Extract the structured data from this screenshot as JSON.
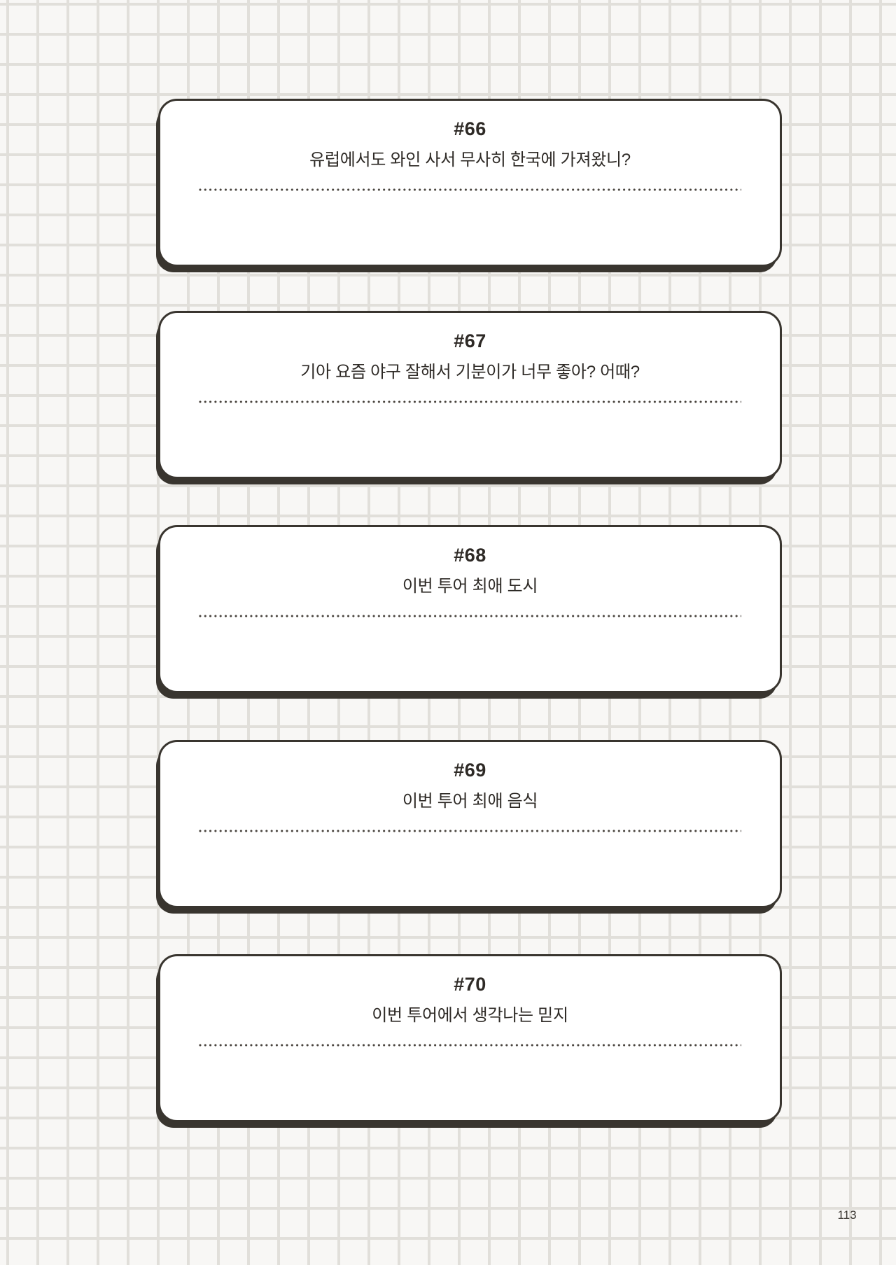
{
  "page": {
    "number": "113"
  },
  "cards": [
    {
      "number": "#66",
      "question": "유럽에서도 와인 사서 무사히 한국에 가져왔니?"
    },
    {
      "number": "#67",
      "question": "기아 요즘 야구 잘해서 기분이가 너무 좋아? 어때?"
    },
    {
      "number": "#68",
      "question": "이번 투어 최애 도시"
    },
    {
      "number": "#69",
      "question": "이번 투어 최애 음식"
    },
    {
      "number": "#70",
      "question": "이번 투어에서 생각나는 믿지"
    }
  ],
  "colors": {
    "card_border": "#39352f",
    "card_background": "#ffffff",
    "grid_line": "#e1dfda",
    "page_background": "#f8f7f5",
    "text": "#2e2a26",
    "dot_leader": "#4a453f"
  }
}
